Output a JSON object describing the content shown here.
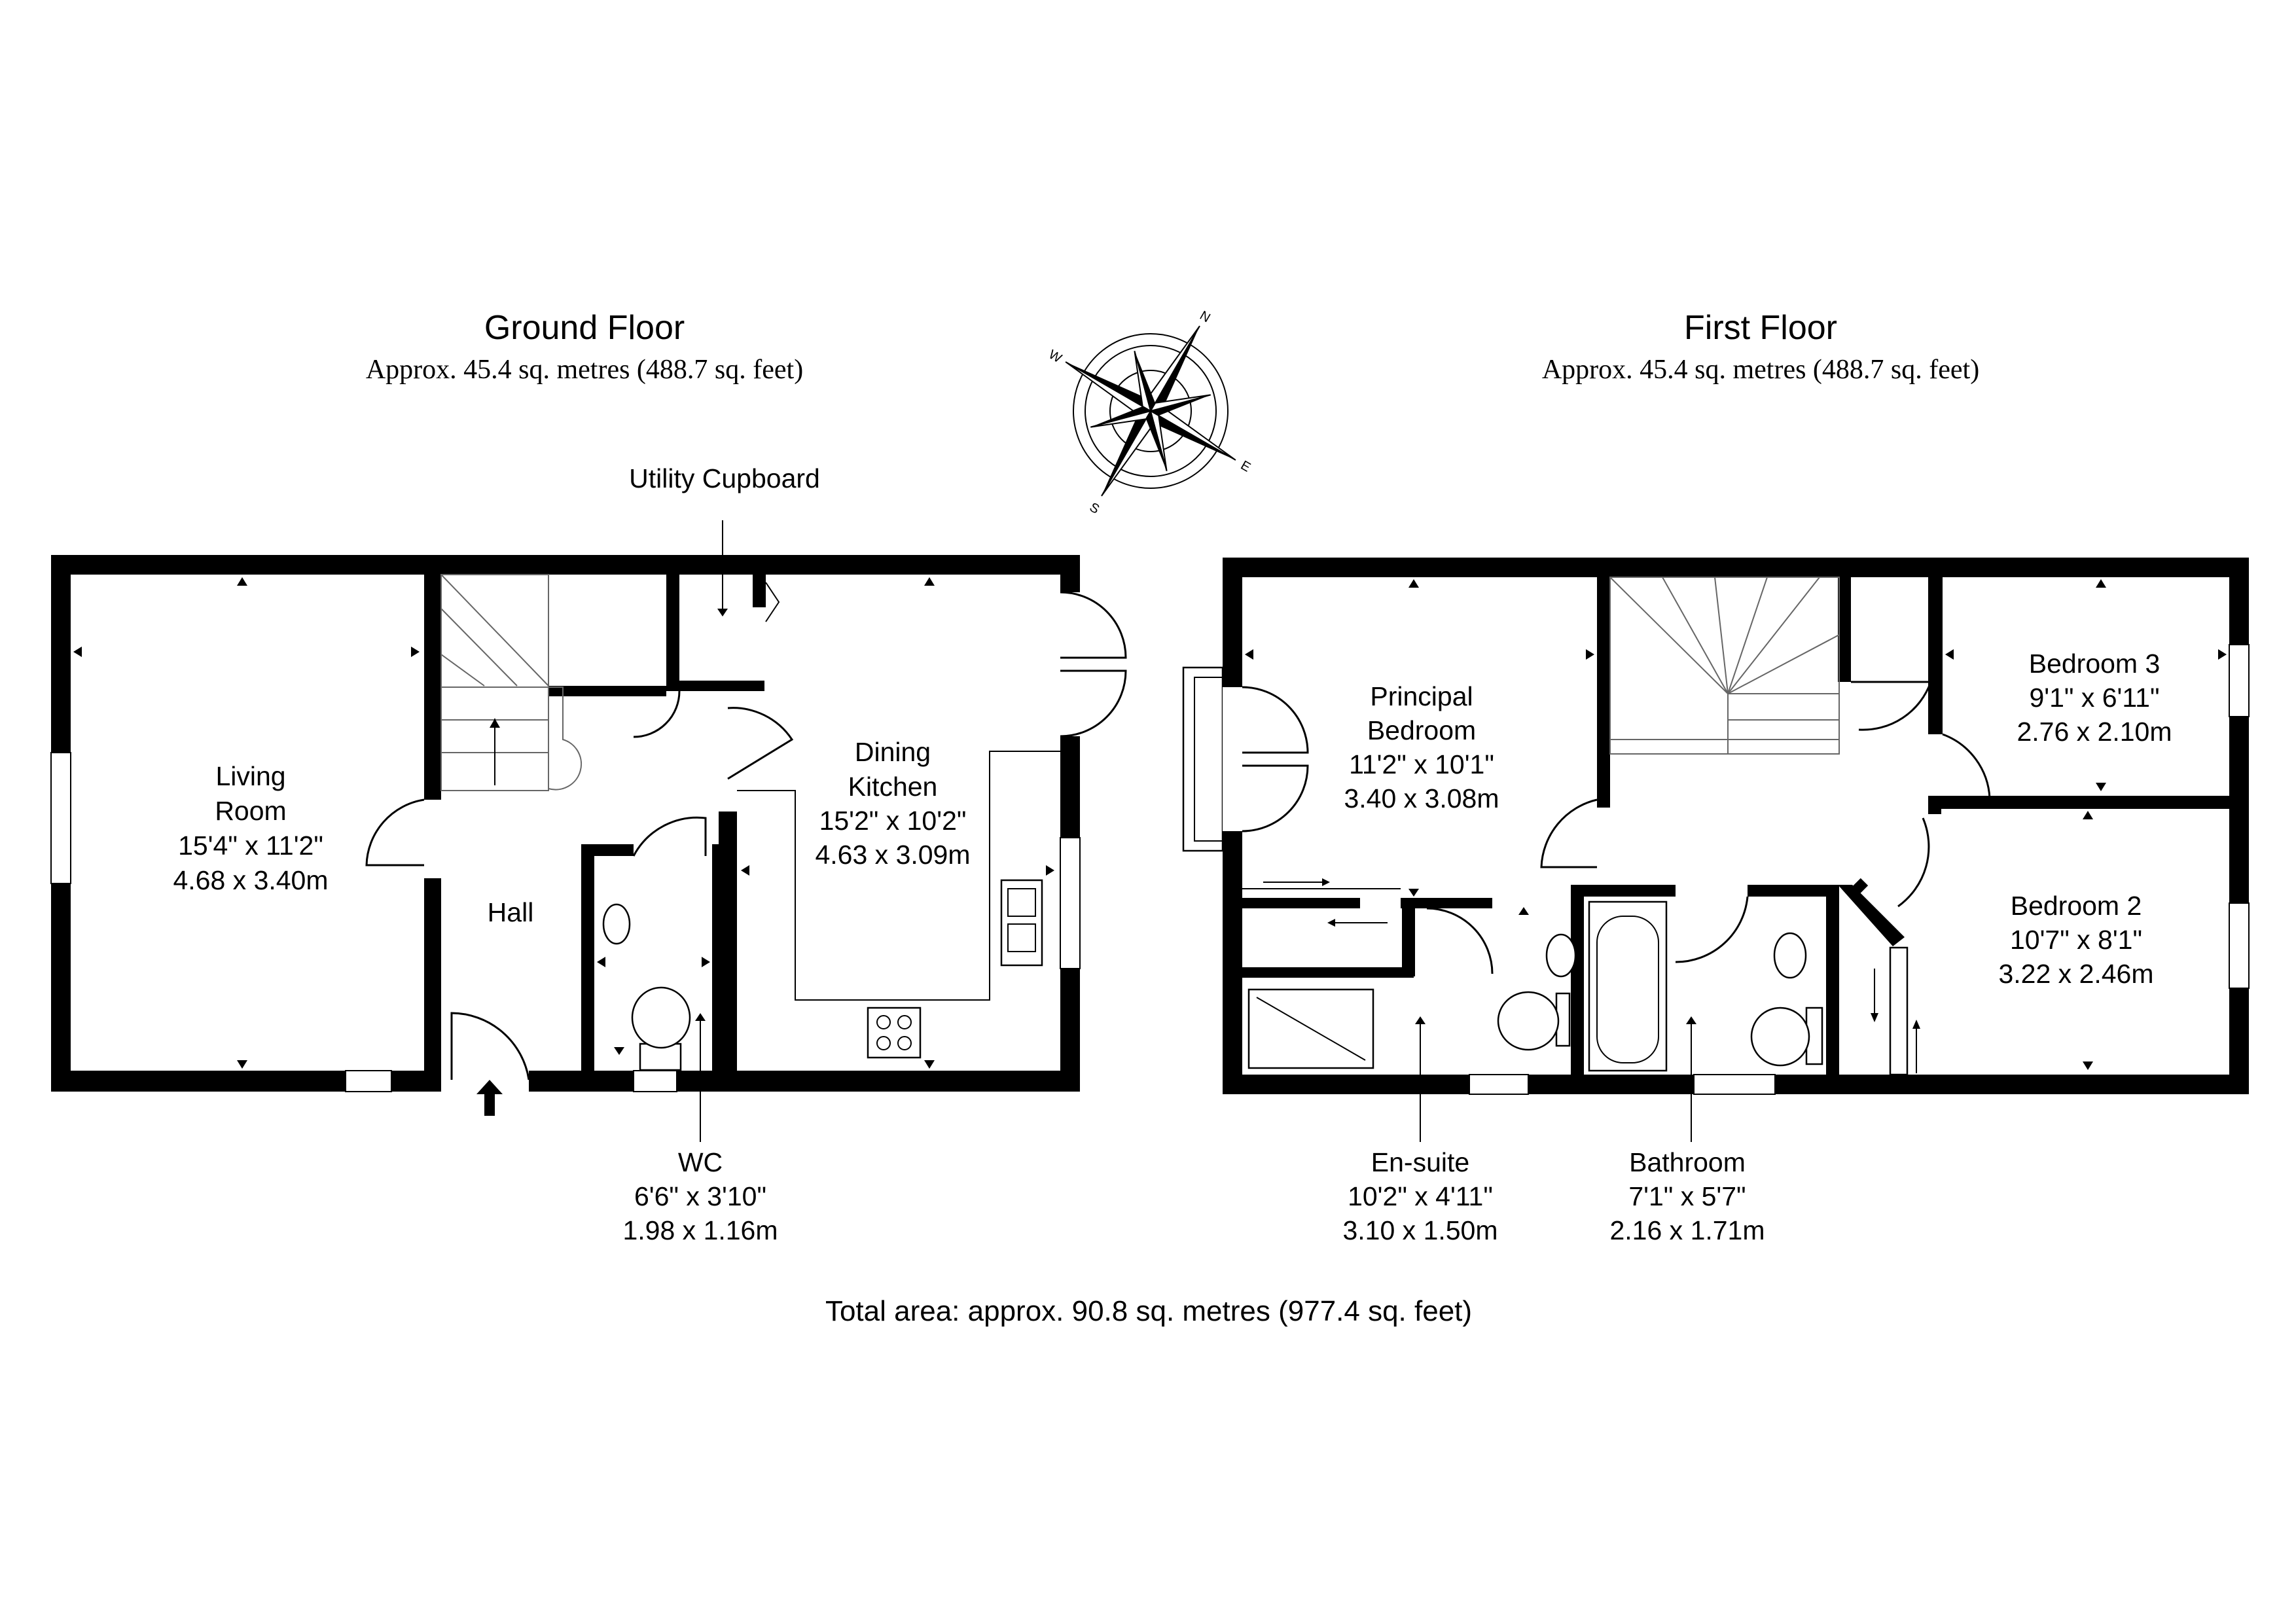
{
  "ground_floor": {
    "title": "Ground Floor",
    "area": "Approx. 45.4 sq. metres (488.7 sq. feet)",
    "rooms": {
      "living_room": {
        "name_line1": "Living",
        "name_line2": "Room",
        "imperial": "15'4\" x 11'2\"",
        "metric": "4.68 x 3.40m"
      },
      "hall": {
        "name": "Hall"
      },
      "dining_kitchen": {
        "name_line1": "Dining",
        "name_line2": "Kitchen",
        "imperial": "15'2\" x 10'2\"",
        "metric": "4.63 x 3.09m"
      },
      "wc": {
        "name": "WC",
        "imperial": "6'6\" x 3'10\"",
        "metric": "1.98 x 1.16m"
      },
      "utility_cupboard": {
        "name": "Utility Cupboard"
      }
    }
  },
  "first_floor": {
    "title": "First Floor",
    "area": "Approx. 45.4 sq. metres (488.7 sq. feet)",
    "rooms": {
      "principal_bedroom": {
        "name_line1": "Principal",
        "name_line2": "Bedroom",
        "imperial": "11'2\" x 10'1\"",
        "metric": "3.40 x 3.08m"
      },
      "bedroom_3": {
        "name": "Bedroom 3",
        "imperial": "9'1\" x 6'11\"",
        "metric": "2.76 x 2.10m"
      },
      "bedroom_2": {
        "name": "Bedroom 2",
        "imperial": "10'7\" x 8'1\"",
        "metric": "3.22 x 2.46m"
      },
      "en_suite": {
        "name": "En-suite",
        "imperial": "10'2\" x 4'11\"",
        "metric": "3.10 x 1.50m"
      },
      "bathroom": {
        "name": "Bathroom",
        "imperial": "7'1\" x 5'7\"",
        "metric": "2.16 x 1.71m"
      }
    }
  },
  "total_area": "Total area: approx. 90.8 sq. metres (977.4 sq. feet)",
  "compass": {
    "icon": "compass-rose-icon",
    "n": "N",
    "s": "S",
    "e": "E",
    "w": "W"
  }
}
